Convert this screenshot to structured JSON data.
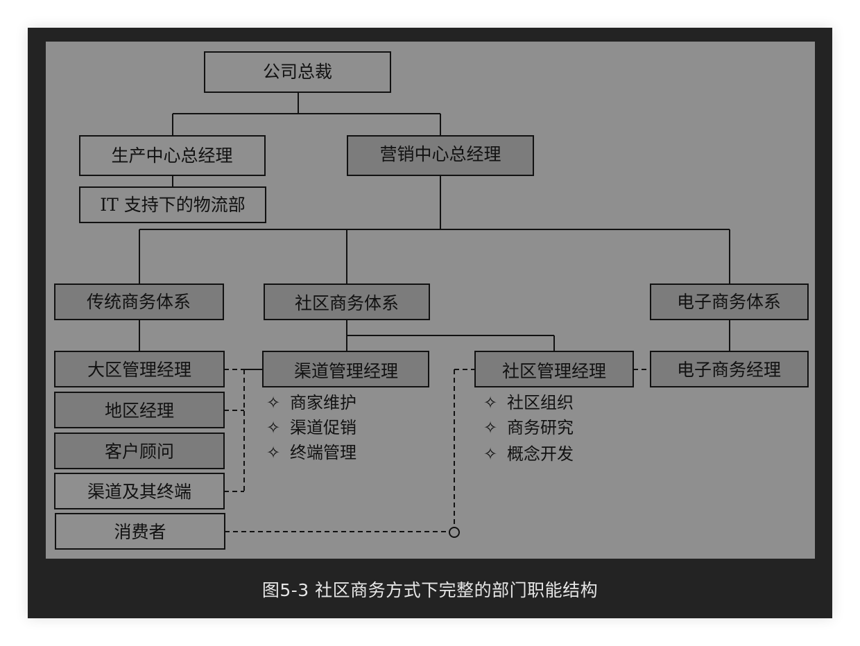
{
  "nodes": {
    "ceo": "公司总裁",
    "production_gm": "生产中心总经理",
    "it_logistics": "IT 支持下的物流部",
    "marketing_gm": "营销中心总经理",
    "traditional": "传统商务体系",
    "community": "社区商务体系",
    "ecommerce": "电子商务体系",
    "region_manager": "大区管理经理",
    "area_manager": "地区经理",
    "customer_consultant": "客户顾问",
    "channel_terminal": "渠道及其终端",
    "consumer": "消费者",
    "channel_manager": "渠道管理经理",
    "community_manager": "社区管理经理",
    "ecommerce_manager": "电子商务经理"
  },
  "bullets": {
    "channel": [
      "商家维护",
      "渠道促销",
      "终端管理"
    ],
    "community": [
      "社区组织",
      "商务研究",
      "概念开发"
    ],
    "symbol": "✧"
  },
  "caption": "图5-3 社区商务方式下完整的部门职能结构",
  "colors": {
    "frame": "#232323",
    "diagram_background": "#8f8f8f",
    "box_dark": "#7c7c7c",
    "line": "#111111",
    "caption": "#e6e6e6"
  }
}
